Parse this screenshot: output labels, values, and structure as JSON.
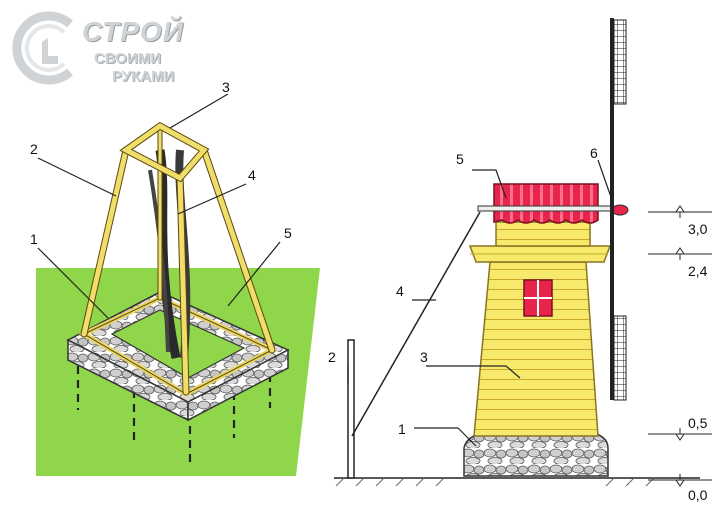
{
  "logo": {
    "title": "СТРОЙ",
    "line1": "СВОИМИ",
    "line2": "РУКАМИ"
  },
  "left_labels": [
    "1",
    "2",
    "3",
    "4",
    "5"
  ],
  "right_labels": [
    "1",
    "2",
    "3",
    "4",
    "5",
    "6"
  ],
  "levels": [
    "3,0",
    "2,4",
    "0,5",
    "0,0"
  ],
  "colors": {
    "grass": "#8fd64a",
    "wood": "#f4e46a",
    "roof": "#e8244a",
    "stone": "#b8b8b8"
  }
}
